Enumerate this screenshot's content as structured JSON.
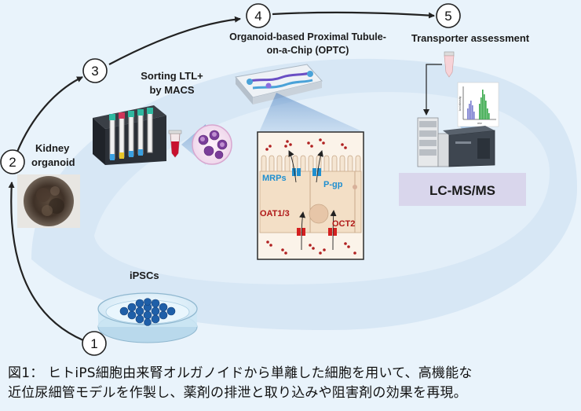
{
  "steps": [
    {
      "number": "1",
      "label": "iPSCs"
    },
    {
      "number": "2",
      "label_lines": [
        "Kidney",
        "organoid"
      ]
    },
    {
      "number": "3",
      "label_lines": [
        "Sorting LTL+",
        "by MACS"
      ]
    },
    {
      "number": "4",
      "label_lines": [
        "Organoid-based Proximal Tubule-",
        "on-a-Chip (OPTC)"
      ]
    },
    {
      "number": "5",
      "label": "Transporter assessment"
    }
  ],
  "transporters": {
    "efflux": [
      "MRPs",
      "P-gp"
    ],
    "uptake": [
      "OAT1/3",
      "OCT2"
    ]
  },
  "instrument_label": "LC-MS/MS",
  "chromatogram": {
    "y_axis": "Ion intensity",
    "x_axis": "m/z"
  },
  "caption_lines": [
    "図1： ヒトiPS細胞由来腎オルガノイドから単離した細胞を用いて、高機能な",
    "近位尿細管モデルを作製し、薬剤の排泄と取り込みや阻害剤の効果を再現。"
  ],
  "colors": {
    "background": "#e9f3fb",
    "halo": "#cfe1f1",
    "efflux_transporter": "#1f8fd0",
    "uptake_transporter": "#d42020",
    "instrument_box": "#d9d6ec"
  }
}
